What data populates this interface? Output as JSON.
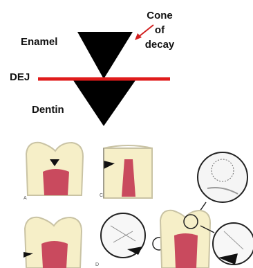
{
  "labels": {
    "enamel": "Enamel",
    "dej": "DEJ",
    "dentin": "Dentin",
    "cone_line1": "Cone",
    "cone_line2": "of",
    "cone_line3": "decay"
  },
  "figure_letters": [
    "A",
    "C",
    "D"
  ],
  "colors": {
    "triangles": "#000000",
    "dej_line": "#e01b1b",
    "arrow": "#d21f1f",
    "enamel": "#f6efc8",
    "pulp": "#c94a5e",
    "tooth_outline": "#c9c3a4"
  }
}
